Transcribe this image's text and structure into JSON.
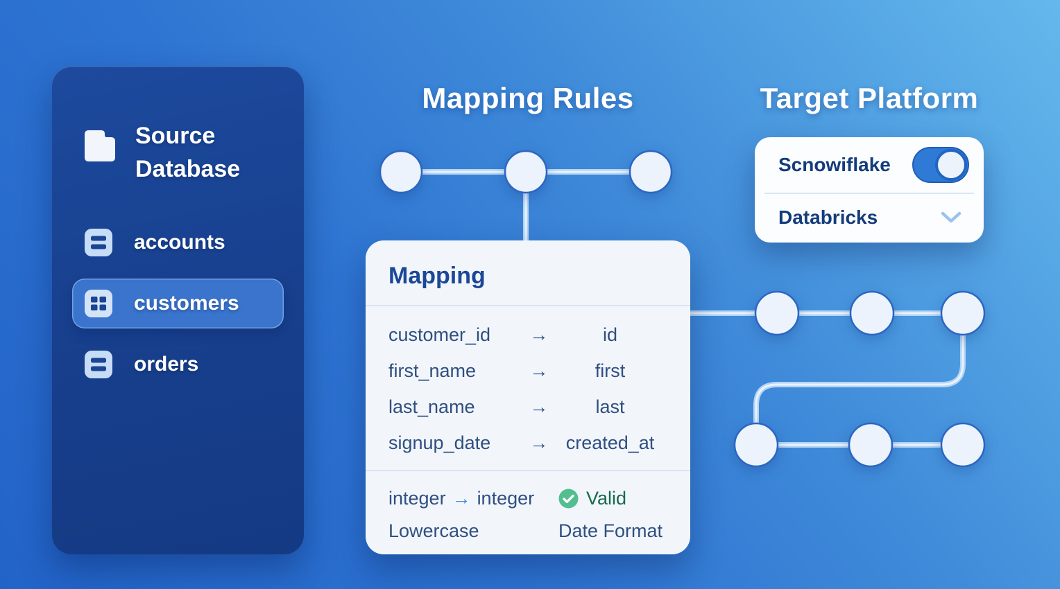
{
  "sidebar": {
    "title": "Source Database",
    "icon": "folder-icon",
    "items": [
      {
        "label": "accounts",
        "icon": "table-rows-icon",
        "selected": false
      },
      {
        "label": "customers",
        "icon": "table-grid-icon",
        "selected": true
      },
      {
        "label": "orders",
        "icon": "table-rows-icon",
        "selected": false
      }
    ]
  },
  "mapping": {
    "heading": "Mapping Rules",
    "card_title": "Mapping",
    "arrow": "→",
    "rows": [
      {
        "source": "customer_id",
        "target": "id"
      },
      {
        "source": "first_name",
        "target": "first"
      },
      {
        "source": "last_name",
        "target": "last"
      },
      {
        "source": "signup_date",
        "target": "created_at"
      }
    ],
    "footer": {
      "type_from": "integer",
      "type_to": "integer",
      "status_label": "Valid",
      "status_icon": "check-circle-icon",
      "rule_left": "Lowercase",
      "rule_right": "Date Format"
    }
  },
  "target": {
    "heading": "Target Platform",
    "options": [
      {
        "label": "Scnowiflake",
        "control": "toggle-on"
      },
      {
        "label": "Databricks",
        "control": "chevron-down-icon"
      }
    ]
  },
  "colors": {
    "background_bottom_left": "#2263c8",
    "background_top_right": "#64b8ec",
    "sidebar_navy": "#1b4493",
    "selected_item_blue": "#3a74cd",
    "card_background": "#f2f6fb",
    "card_title_navy": "#1c4796",
    "row_text_slate": "#2f4f80",
    "footer_arrow_blue": "#4286dc",
    "valid_icon_green": "#53be90",
    "valid_text_green": "#166b4b",
    "toggle_blue": "#2e7ad5",
    "node_fill": "#ecf3fc",
    "node_outline_blue": "#2b66c3",
    "connector_light_blue": "#b4d5f5"
  }
}
